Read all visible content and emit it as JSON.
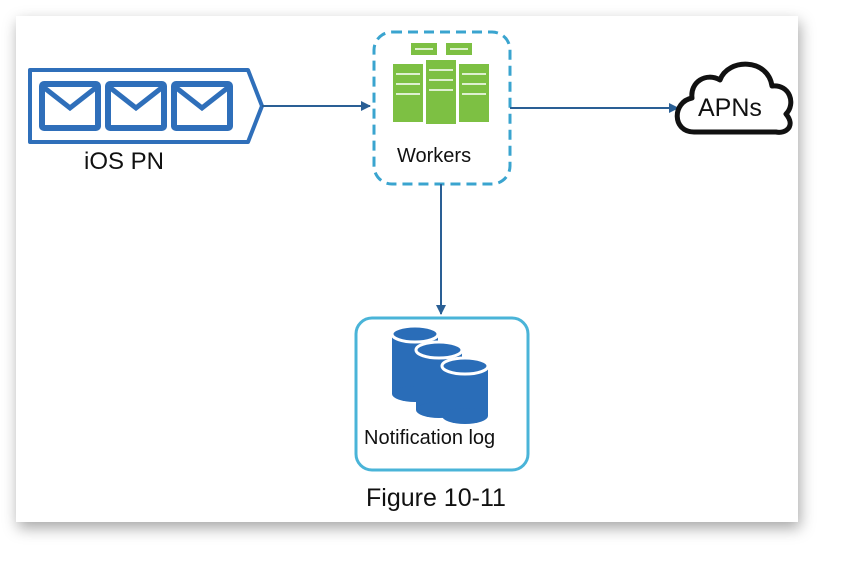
{
  "diagram": {
    "queue": {
      "label": "iOS PN",
      "icon": "envelope-queue-icon"
    },
    "workers": {
      "label": "Workers",
      "icon": "server-stack-icon"
    },
    "provider": {
      "label": "APNs",
      "icon": "cloud-icon"
    },
    "log": {
      "label": "Notification log",
      "icon": "database-icon"
    },
    "caption": "Figure 10-11"
  },
  "colors": {
    "queue_blue": "#2f6fba",
    "worker_green": "#7dc043",
    "worker_dash": "#3aa4cf",
    "arrow": "#2a5f95",
    "db_blue": "#2a6db8",
    "log_border": "#4ab4d8"
  }
}
